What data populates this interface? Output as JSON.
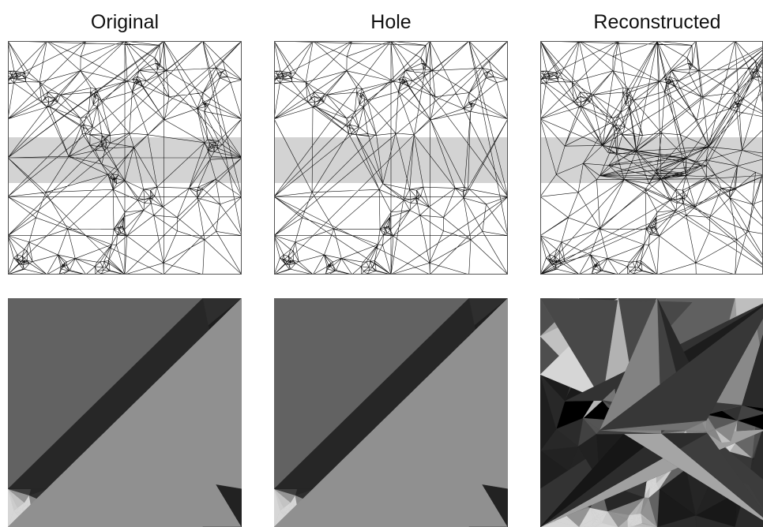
{
  "columns": [
    {
      "title": "Original",
      "hole_band": "filled with original mesh"
    },
    {
      "title": "Hole",
      "hole_band": "empty (removed points)"
    },
    {
      "title": "Reconstructed",
      "hole_band": "filled with reconstructed mesh"
    }
  ],
  "rows": [
    "triangulation-mesh",
    "density-field"
  ],
  "colors": {
    "mesh_line": "#111111",
    "hole_band": "#d3d3d3",
    "frame": "#555555",
    "density_dark": "#0c0c0c",
    "density_bright": "#d8d8d8"
  }
}
